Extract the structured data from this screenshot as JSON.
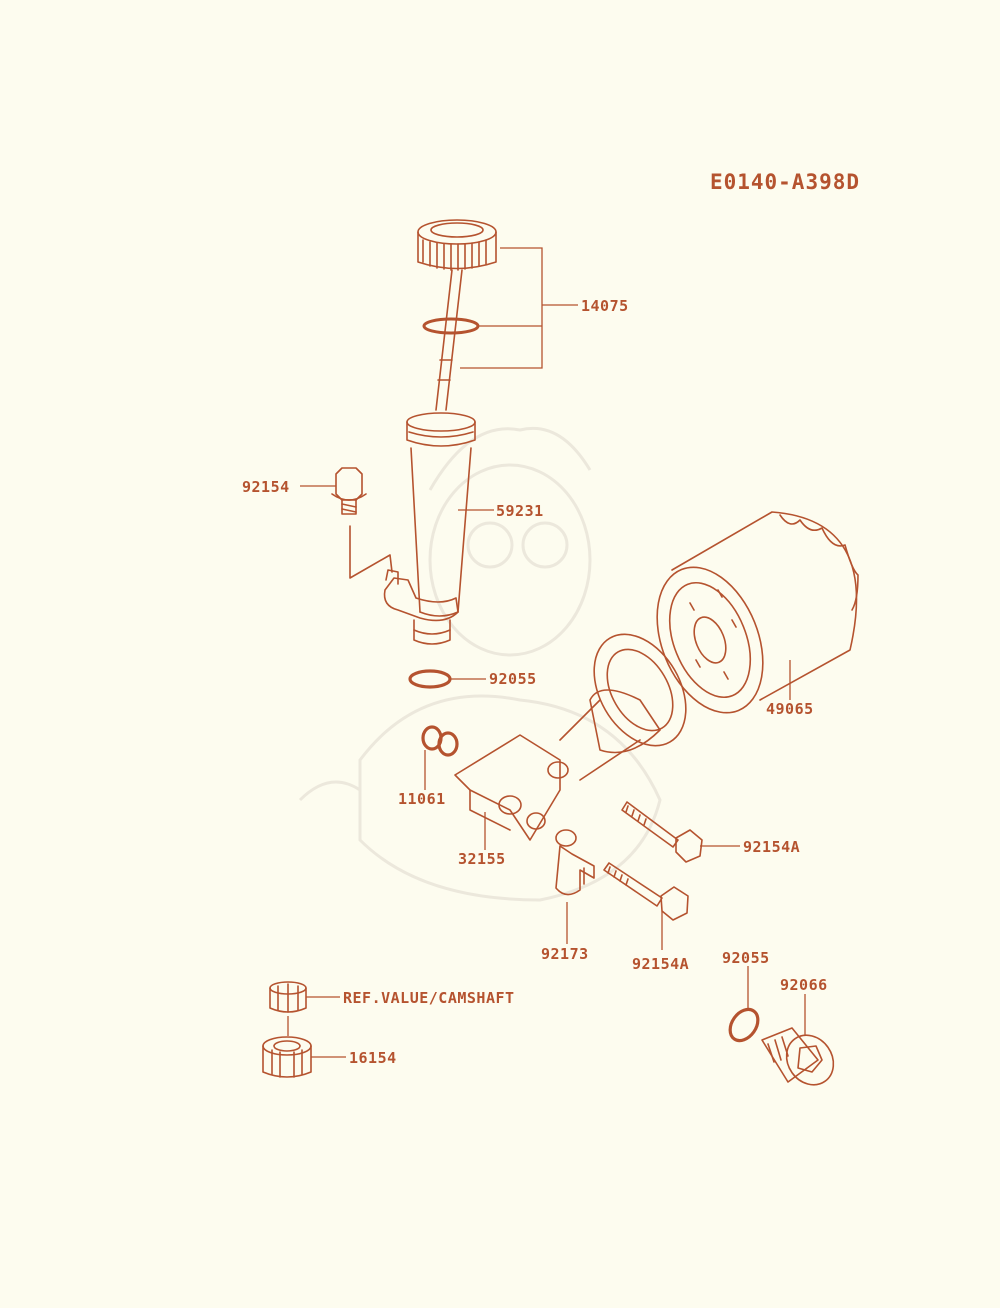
{
  "diagram_code": "E0140-A398D",
  "colors": {
    "ink": "#b5532f",
    "background": "#fdfcef",
    "watermark": "#ece8dc"
  },
  "callouts": [
    {
      "part": "14075"
    },
    {
      "part": "92154"
    },
    {
      "part": "59231"
    },
    {
      "part": "92055"
    },
    {
      "part": "49065"
    },
    {
      "part": "11061"
    },
    {
      "part": "32155"
    },
    {
      "part": "92154A"
    },
    {
      "part": "92173"
    },
    {
      "part": "92154A"
    },
    {
      "part": "92055"
    },
    {
      "part": "92066"
    },
    {
      "part": "REF.VALUE/CAMSHAFT"
    },
    {
      "part": "16154"
    }
  ]
}
